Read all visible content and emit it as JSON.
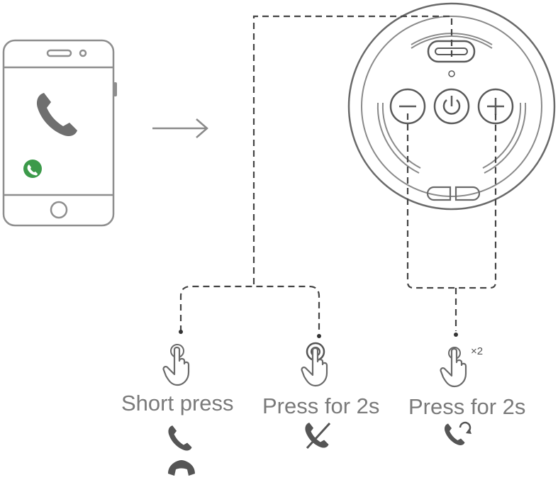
{
  "diagram": {
    "actions": [
      {
        "id": "short-press",
        "label": "Short press",
        "results": [
          "answer-call-icon",
          "end-call-icon"
        ]
      },
      {
        "id": "long-press",
        "label": "Press for 2s",
        "results": [
          "reject-call-icon"
        ]
      },
      {
        "id": "double-long-press",
        "label": "Press for 2s",
        "multiplier": "×2",
        "results": [
          "switch-call-icon"
        ]
      }
    ],
    "colors": {
      "line": "#8a8a8a",
      "dark": "#555555",
      "accent": "#3c9a4a",
      "text": "#7a7a7a"
    }
  }
}
